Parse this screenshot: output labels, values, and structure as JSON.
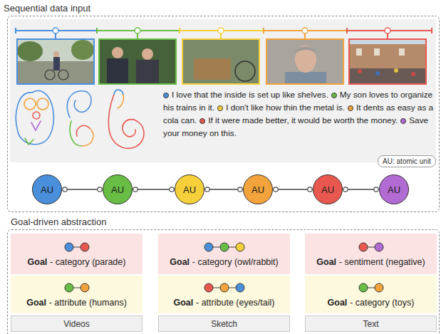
{
  "diagram": {
    "nodes": [
      {
        "text": [
          "Sequential data input"
        ]
      },
      {
        "text": [
          "AU: atomic unit"
        ],
        "in": 0
      },
      {
        "text": [
          "AU"
        ],
        "in": 0
      },
      {
        "text": [
          "AU"
        ],
        "in": 0
      },
      {
        "text": [
          "AU"
        ],
        "in": 0
      },
      {
        "text": [
          "AU"
        ],
        "in": 0
      },
      {
        "text": [
          "AU"
        ],
        "in": 0
      },
      {
        "text": [
          "AU"
        ],
        "in": 0
      },
      {
        "text": [
          "Goal-driven abstraction"
        ]
      },
      {
        "text": [
          "Goal",
          "- category (parade)"
        ],
        "in": 8
      },
      {
        "text": [
          "Goal",
          "- category (owl/rabbit)"
        ],
        "in": 8
      },
      {
        "text": [
          "Goal",
          "- sentiment (negative)"
        ],
        "in": 8
      },
      {
        "text": [
          "Goal",
          "- attribute (humans)"
        ],
        "in": 8
      },
      {
        "text": [
          "Goal",
          "- attribute (eyes/tail)"
        ],
        "in": 8
      },
      {
        "text": [
          "Goal",
          "- category (toys)"
        ],
        "in": 8
      },
      {
        "text": [
          "Videos"
        ],
        "in": 8
      },
      {
        "text": [
          "Sketch"
        ],
        "in": 8
      },
      {
        "text": [
          "Text"
        ],
        "in": 8
      }
    ],
    "edges": [
      {
        "from": 2,
        "to": 3,
        "arrow": "none"
      },
      {
        "from": 3,
        "to": 4,
        "arrow": "none"
      },
      {
        "from": 4,
        "to": 5,
        "arrow": "none"
      },
      {
        "from": 5,
        "to": 6,
        "arrow": "none"
      },
      {
        "from": 6,
        "to": 7,
        "arrow": "none"
      }
    ],
    "labels": [
      "I love that the inside is set up like shelves.",
      "My son loves to organize his trains in it.",
      "I don't like how thin the metal is.",
      "It dents as easy as a cola can.",
      "If it were made better, it would be worth the money.",
      "Save your money on this."
    ]
  }
}
